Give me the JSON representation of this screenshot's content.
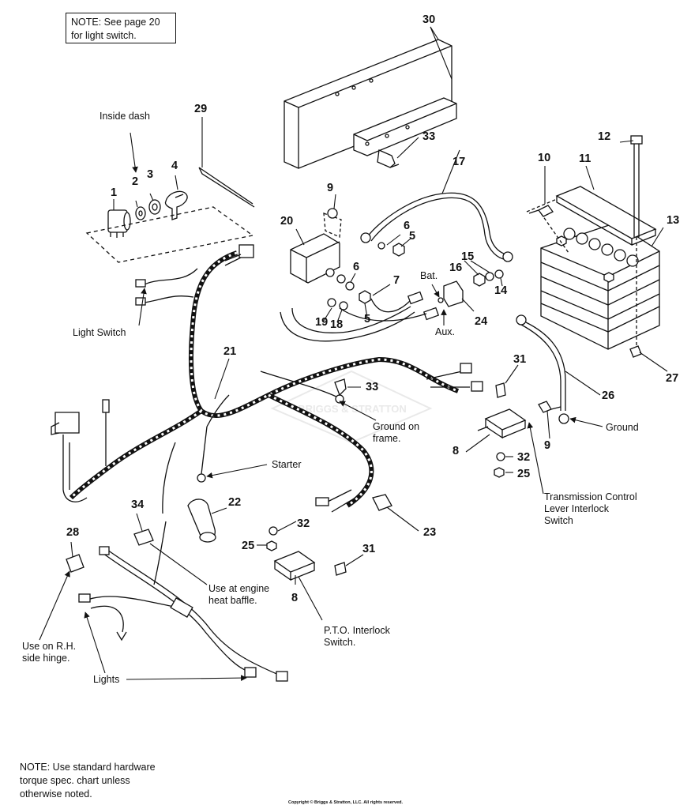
{
  "notes": {
    "top": [
      "NOTE: See page 20",
      "for light switch."
    ],
    "bottom": [
      "NOTE: Use standard hardware",
      "torque spec. chart unless",
      "otherwise noted."
    ]
  },
  "watermark": "BRIGGS & STRATTON",
  "copyright": "Copyright © Briggs & Stratton, LLC. All rights reserved.",
  "labels": {
    "inside_dash": "Inside dash",
    "light_switch": "Light Switch",
    "bat": "Bat.",
    "aux": "Aux.",
    "ground_on_frame": [
      "Ground on",
      "frame."
    ],
    "ground": "Ground",
    "starter": "Starter",
    "transmission_switch": [
      "Transmission Control",
      "Lever Interlock",
      "Switch"
    ],
    "engine_heat_baffle": [
      "Use at engine",
      "heat baffle."
    ],
    "pto_switch": [
      "P.T.O. Interlock",
      "Switch."
    ],
    "rh_side_hinge": [
      "Use on R.H.",
      "side hinge."
    ],
    "lights": "Lights"
  },
  "part_numbers": {
    "p1": "1",
    "p2": "2",
    "p3": "3",
    "p4": "4",
    "p5a": "5",
    "p5b": "5",
    "p6a": "6",
    "p6b": "6",
    "p7": "7",
    "p8a": "8",
    "p8b": "8",
    "p9a": "9",
    "p9b": "9",
    "p10": "10",
    "p11": "11",
    "p12": "12",
    "p13": "13",
    "p14": "14",
    "p15": "15",
    "p16": "16",
    "p17": "17",
    "p18": "18",
    "p19": "19",
    "p20": "20",
    "p21": "21",
    "p22": "22",
    "p23": "23",
    "p24": "24",
    "p25a": "25",
    "p25b": "25",
    "p26": "26",
    "p27": "27",
    "p28": "28",
    "p29": "29",
    "p30": "30",
    "p31a": "31",
    "p31b": "31",
    "p32a": "32",
    "p32b": "32",
    "p33a": "33",
    "p33b": "33",
    "p34": "34"
  }
}
